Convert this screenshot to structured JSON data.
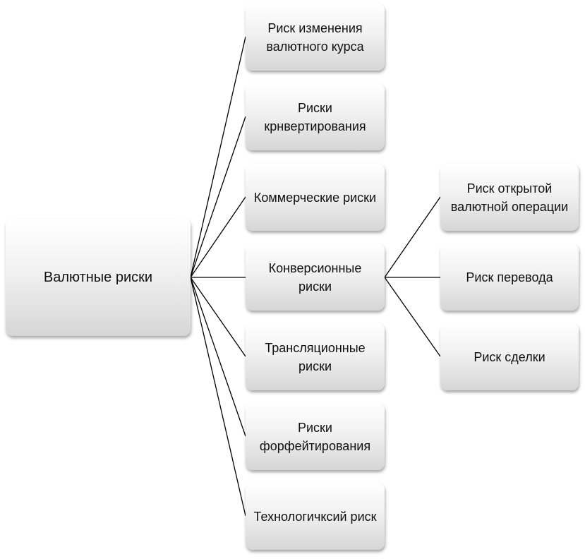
{
  "root": {
    "label": "Валютные риски"
  },
  "children": [
    {
      "label": "Риск изменения валютного курса"
    },
    {
      "label": "Риски крнвертирования"
    },
    {
      "label": "Коммерческие риски"
    },
    {
      "label": "Конверсионные риски"
    },
    {
      "label": "Трансляционные риски"
    },
    {
      "label": "Риски форфейтирования"
    },
    {
      "label": "Технологичксий риск"
    }
  ],
  "conversion_children": [
    {
      "label": "Риск открытой валютной операции"
    },
    {
      "label": "Риск перевода"
    },
    {
      "label": "Риск сделки"
    }
  ]
}
